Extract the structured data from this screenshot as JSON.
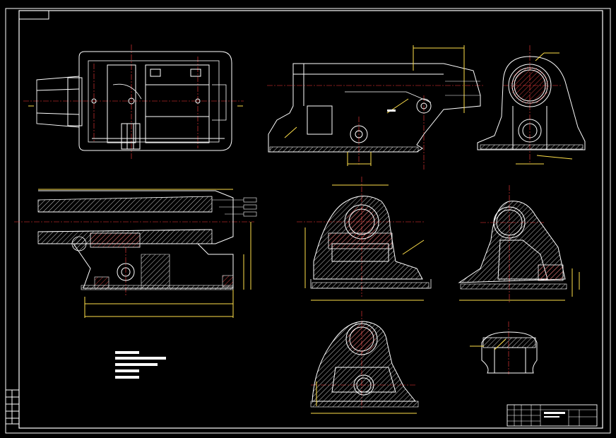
{
  "app": {
    "type": "cad-drawing",
    "background": "#000000",
    "line_color": "#ffffff",
    "centerline_color": "#ff3b3b",
    "dimension_color": "#ffe04a"
  },
  "sheet": {
    "views": [
      "top-view",
      "front-view",
      "side-view",
      "section-view",
      "section-a",
      "section-b",
      "section-c",
      "detail-view"
    ],
    "text_block": {
      "line_count": 5
    },
    "revision_strip": {
      "cell_count": 5
    },
    "title_block": {
      "rows": 4
    }
  }
}
